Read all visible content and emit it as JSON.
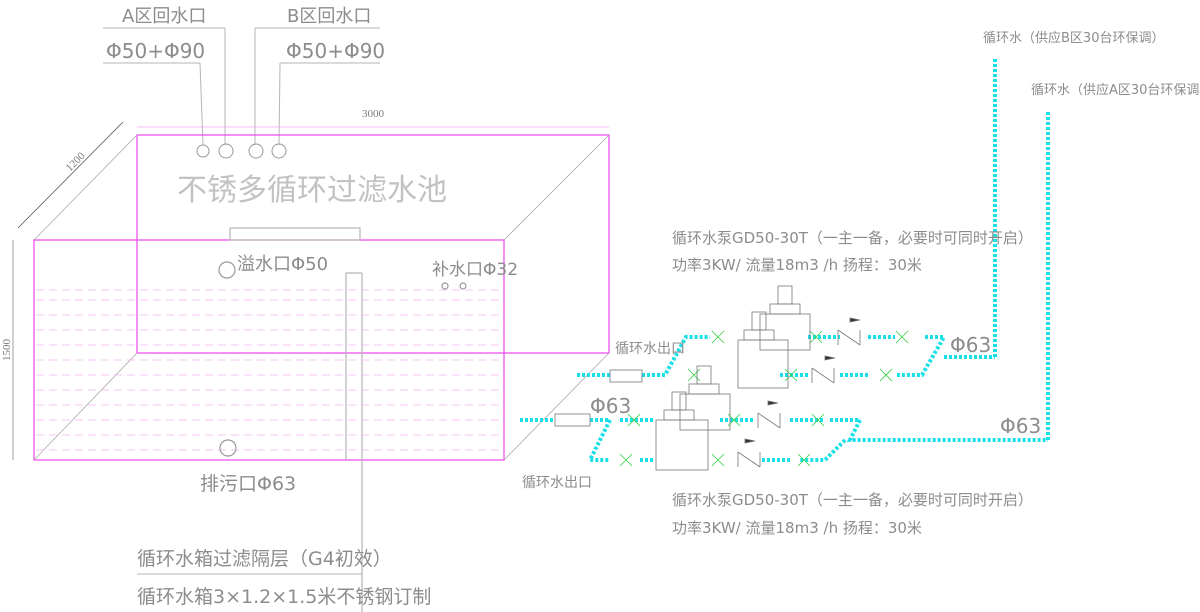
{
  "title": "不锈多循环过滤水池",
  "inlet_a": {
    "label": "A区回水口",
    "size": "Φ50+Φ90"
  },
  "inlet_b": {
    "label": "B区回水口",
    "size": "Φ50+Φ90"
  },
  "dims": {
    "length": "3000",
    "width": "1200",
    "height": "1500"
  },
  "overflow": "溢水口Φ50",
  "makeup": "补水口Φ32",
  "drain": "排污口Φ63",
  "filter_layer": "循环水箱过滤隔层（G4初效）",
  "tank_spec": "循环水箱3×1.2×1.5米不锈钢订制",
  "outlet_top": "循环水出口",
  "outlet_bottom": "循环水出口",
  "pipe_sizes": {
    "top_outlet": "Φ63",
    "top_right": "Φ63",
    "bottom_right": "Φ63"
  },
  "pump_top": {
    "line1": "循环水泵GD50-30T（一主一备，必要时可同时开启）",
    "line2": "功率3KW/  流量18m3 /h  扬程：30米"
  },
  "pump_bottom": {
    "line1": "循环水泵GD50-30T（一主一备，必要时可同时开启）",
    "line2": "功率3KW/  流量18m3 /h  扬程：30米"
  },
  "supply_b": "循环水（供应B区30台环保调）",
  "supply_a": "循环水（供应A区30台环保调）",
  "colors": {
    "tank": "#ee44ee",
    "pipe": "#19e0e8",
    "text": "#8c8c8c",
    "valve": "#33cc44"
  }
}
